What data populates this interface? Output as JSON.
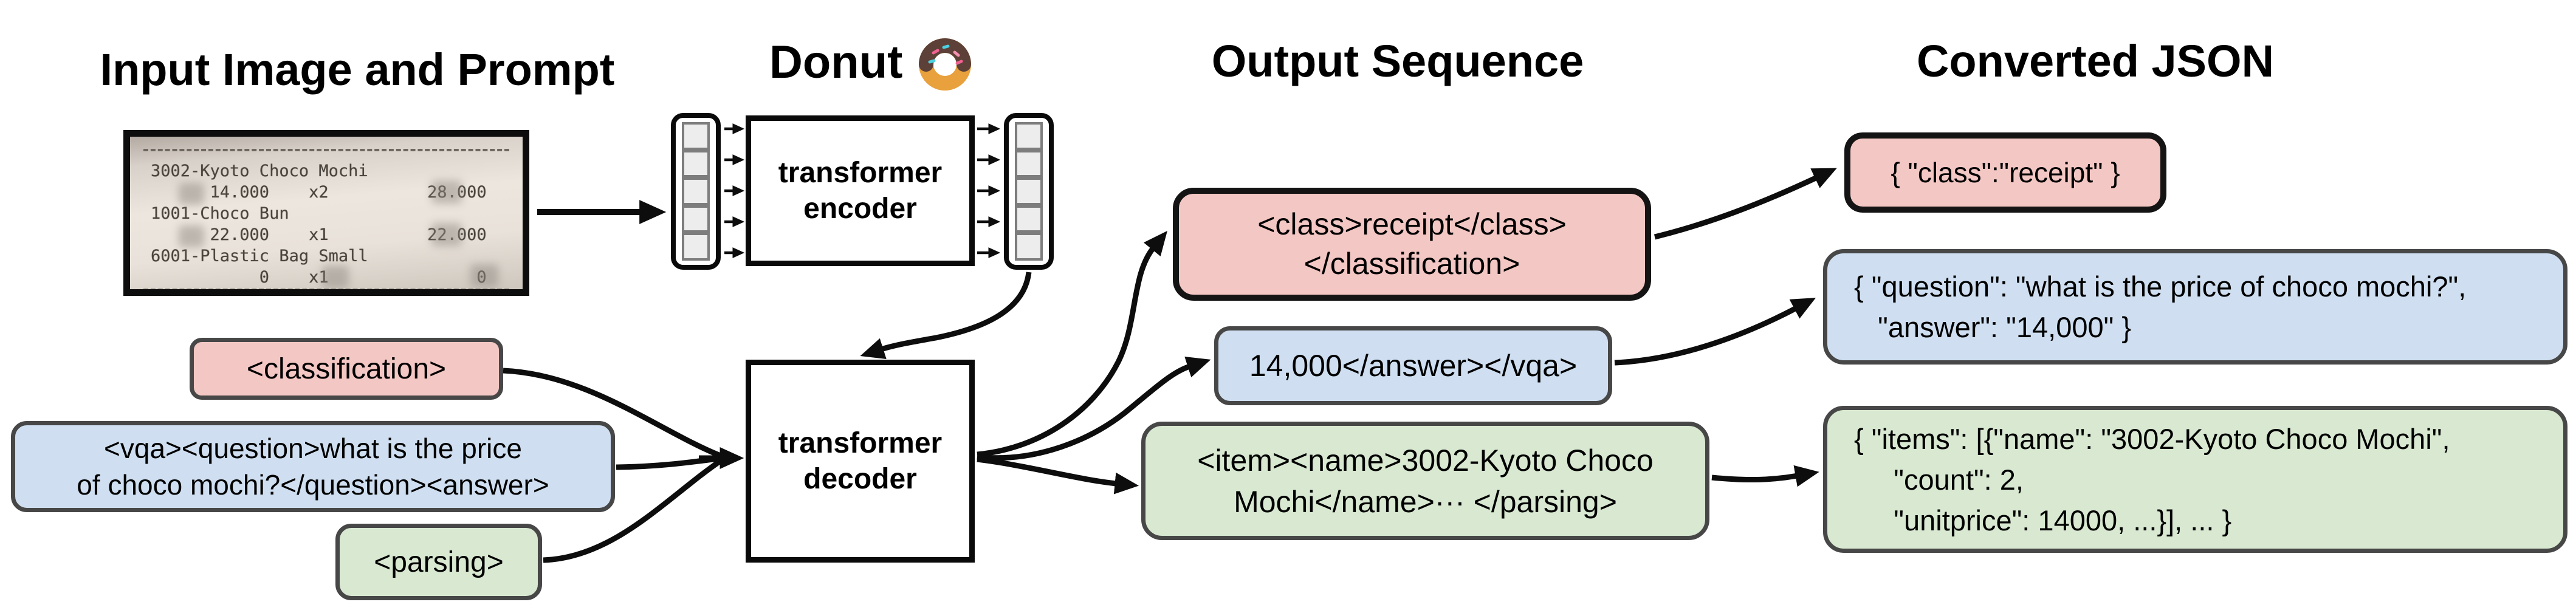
{
  "titles": {
    "input": "Input Image and Prompt",
    "model": "Donut",
    "model_icon": "donut-icon",
    "output": "Output Sequence",
    "json": "Converted JSON"
  },
  "receipt": {
    "lines": [
      "3002-Kyoto Choco Mochi",
      "      14.000    x2          28.000",
      "1001-Choco Bun",
      "      22.000    x1          22.000",
      "6001-Plastic Bag Small",
      "           0    x1               0"
    ]
  },
  "prompts": {
    "classification": {
      "text": "<classification>"
    },
    "vqa": {
      "line1": "<vqa><question>what is the price",
      "line2": "of choco mochi?</question><answer>"
    },
    "parsing": {
      "text": "<parsing>"
    }
  },
  "model": {
    "encoder_line1": "transformer",
    "encoder_line2": "encoder",
    "decoder_line1": "transformer",
    "decoder_line2": "decoder",
    "patch_count": 5,
    "token_count": 5
  },
  "outputs": {
    "classification": {
      "line1": "<class>receipt</class>",
      "line2": "</classification>"
    },
    "vqa": {
      "text": "14,000</answer></vqa>"
    },
    "parsing": {
      "line1": "<item><name>3002-Kyoto Choco",
      "line2": "Mochi</name>··· </parsing>"
    }
  },
  "json_outputs": {
    "classification": {
      "line1": "{ \"class\":\"receipt\" }"
    },
    "vqa": {
      "line1": "{ \"question\": \"what is the price of choco mochi?\",",
      "line2": "   \"answer\": \"14,000\" }"
    },
    "parsing": {
      "line1": "{ \"items\": [{\"name\": \"3002-Kyoto Choco Mochi\",",
      "line2": "     \"count\": 2,",
      "line3": "     \"unitprice\": 14000, ...}], ... }"
    }
  },
  "colors": {
    "pink": "#f3c7c3",
    "blue": "#cfdff1",
    "green": "#d8e8d1",
    "border_gray": "#474747",
    "arrow_black": "#0d0d0d"
  }
}
